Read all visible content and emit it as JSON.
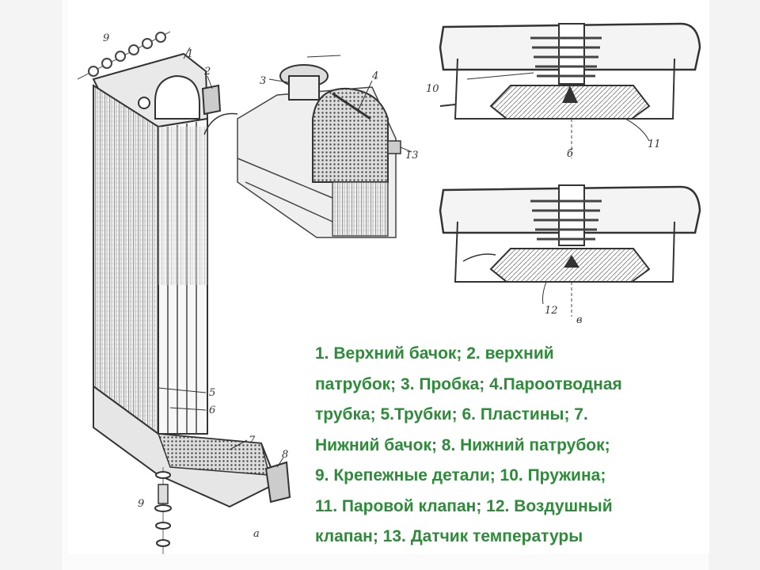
{
  "caption": "1. Верхний бачок; 2. верхний\nпатрубок; 3. Пробка; 4.Пароотводная\nтрубка; 5.Трубки; 6. Пластины; 7.\nНижний бачок; 8. Нижний патрубок;\n9. Крепежные детали; 10. Пружина;\n11.  Паровой клапан; 12. Воздушный\nклапан; 13. Датчик температуры",
  "figure_labels": {
    "n1": "1",
    "n2": "2",
    "n3": "3",
    "n4": "4",
    "n5": "5",
    "n6": "6",
    "n7": "7",
    "n8": "8",
    "n9_top": "9",
    "n9_bottom": "9",
    "n10": "10",
    "n11": "11",
    "n12": "12",
    "n13": "13",
    "a": "а",
    "b": "б",
    "v": "в"
  }
}
